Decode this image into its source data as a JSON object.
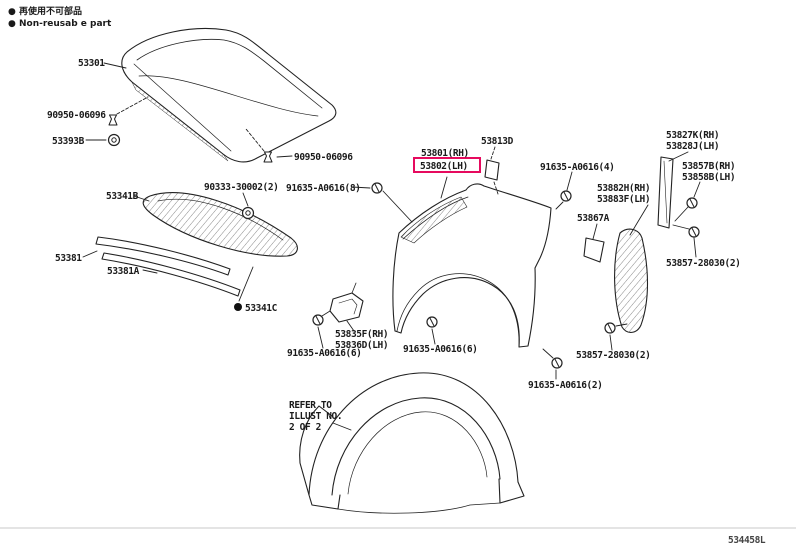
{
  "legend": {
    "line1": "● 再使用不可部品",
    "line2": "● Non-reusab e part"
  },
  "diagram_id": "534458L",
  "colors": {
    "highlight": "#e60a5e",
    "line": "#1a1a1a"
  },
  "note": {
    "line1": "REFER TO",
    "line2": "ILLUST NO.",
    "line3": "2 OF 2"
  },
  "labels": [
    {
      "id": "53301",
      "text": "53301"
    },
    {
      "id": "90950-06096-a",
      "text": "90950-06096"
    },
    {
      "id": "53393B",
      "text": "53393B"
    },
    {
      "id": "90950-06096-b",
      "text": "90950-06096"
    },
    {
      "id": "53341B",
      "text": "53341B"
    },
    {
      "id": "90333-30002-2",
      "text": "90333-30002(2)"
    },
    {
      "id": "91635-A0616-8",
      "text": "91635-A0616(8)"
    },
    {
      "id": "53381",
      "text": "53381"
    },
    {
      "id": "53381A",
      "text": "53381A"
    },
    {
      "id": "53341C",
      "text": "53341C"
    },
    {
      "id": "53801-RH",
      "text": "53801(RH)"
    },
    {
      "id": "53802-LH",
      "text": "53802(LH)"
    },
    {
      "id": "53813D",
      "text": "53813D"
    },
    {
      "id": "91635-A0616-4",
      "text": "91635-A0616(4)"
    },
    {
      "id": "53827K-RH",
      "text": "53827K(RH)"
    },
    {
      "id": "53828J-LH",
      "text": "53828J(LH)"
    },
    {
      "id": "53857B-RH",
      "text": "53857B(RH)"
    },
    {
      "id": "53858B-LH",
      "text": "53858B(LH)"
    },
    {
      "id": "53882H-RH",
      "text": "53882H(RH)"
    },
    {
      "id": "53883F-LH",
      "text": "53883F(LH)"
    },
    {
      "id": "53867A",
      "text": "53867A"
    },
    {
      "id": "53857-28030-2a",
      "text": "53857-28030(2)"
    },
    {
      "id": "53835F-RH",
      "text": "53835F(RH)"
    },
    {
      "id": "53836D-LH",
      "text": "53836D(LH)"
    },
    {
      "id": "91635-A0616-6a",
      "text": "91635-A0616(6)"
    },
    {
      "id": "91635-A0616-6b",
      "text": "91635-A0616(6)"
    },
    {
      "id": "53857-28030-2b",
      "text": "53857-28030(2)"
    },
    {
      "id": "91635-A0616-2",
      "text": "91635-A0616(2)"
    }
  ]
}
